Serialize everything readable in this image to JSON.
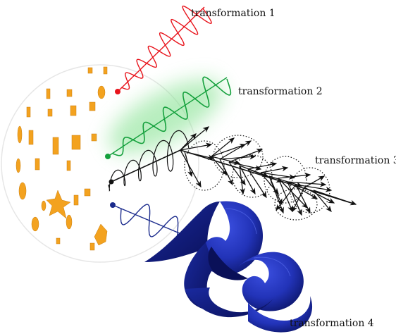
{
  "labels": {
    "t1": "transformation 1",
    "t2": "transformation 2",
    "t3": "transformation 3",
    "t4": "transformation 4"
  },
  "colors": {
    "transformation_1": "#e8141c",
    "transformation_2": "#14a03c",
    "transformation_3": "#111111",
    "transformation_4": "#1a2a8c",
    "surface": "#2233b8",
    "sphere_patches": "#f3a21f"
  }
}
